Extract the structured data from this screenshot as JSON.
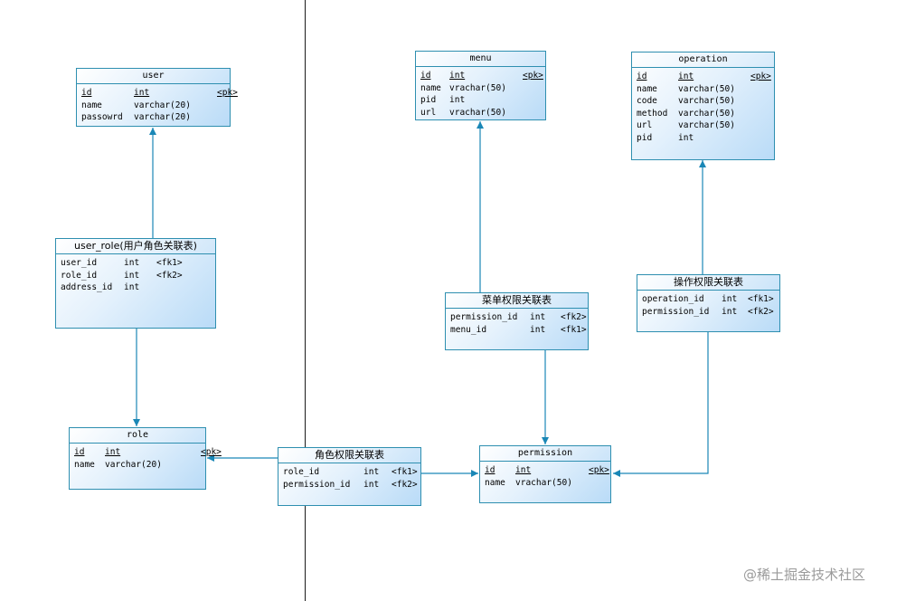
{
  "colors": {
    "line": "#1a87b6",
    "border": "#2e8fb0",
    "divider": "#1a1a1a"
  },
  "watermark": "@稀土掘金技术社区",
  "entities": {
    "user": {
      "title": "user",
      "rows": [
        {
          "name": "id",
          "type": "int",
          "key": "<pk>",
          "pk": true
        },
        {
          "name": "name",
          "type": "varchar(20)",
          "key": ""
        },
        {
          "name": "passowrd",
          "type": "varchar(20)",
          "key": ""
        }
      ]
    },
    "user_role": {
      "title": "user_role(用户角色关联表)",
      "rows": [
        {
          "name": "user_id",
          "type": "int",
          "key": "<fk1>"
        },
        {
          "name": "role_id",
          "type": "int",
          "key": "<fk2>"
        },
        {
          "name": "address_id",
          "type": "int",
          "key": ""
        }
      ]
    },
    "role": {
      "title": "role",
      "rows": [
        {
          "name": "id",
          "type": "int",
          "key": "<pk>",
          "pk": true
        },
        {
          "name": "name",
          "type": "varchar(20)",
          "key": ""
        }
      ]
    },
    "role_permission": {
      "title": "角色权限关联表",
      "rows": [
        {
          "name": "role_id",
          "type": "int",
          "key": "<fk1>"
        },
        {
          "name": "permission_id",
          "type": "int",
          "key": "<fk2>"
        }
      ]
    },
    "menu": {
      "title": "menu",
      "rows": [
        {
          "name": "id",
          "type": "int",
          "key": "<pk>",
          "pk": true
        },
        {
          "name": "name",
          "type": "vrachar(50)",
          "key": ""
        },
        {
          "name": "pid",
          "type": "int",
          "key": ""
        },
        {
          "name": "url",
          "type": "vrachar(50)",
          "key": ""
        }
      ]
    },
    "menu_permission": {
      "title": "菜单权限关联表",
      "rows": [
        {
          "name": "permission_id",
          "type": "int",
          "key": "<fk2>"
        },
        {
          "name": "menu_id",
          "type": "int",
          "key": "<fk1>"
        }
      ]
    },
    "permission": {
      "title": "permission",
      "rows": [
        {
          "name": "id",
          "type": "int",
          "key": "<pk>",
          "pk": true
        },
        {
          "name": "name",
          "type": "vrachar(50)",
          "key": ""
        }
      ]
    },
    "operation": {
      "title": "operation",
      "rows": [
        {
          "name": "id",
          "type": "int",
          "key": "<pk>",
          "pk": true
        },
        {
          "name": "name",
          "type": "varchar(50)",
          "key": ""
        },
        {
          "name": "code",
          "type": "varchar(50)",
          "key": ""
        },
        {
          "name": "method",
          "type": "varchar(50)",
          "key": ""
        },
        {
          "name": "url",
          "type": "varchar(50)",
          "key": ""
        },
        {
          "name": "pid",
          "type": "int",
          "key": ""
        }
      ]
    },
    "operation_permission": {
      "title": "操作权限关联表",
      "rows": [
        {
          "name": "operation_id",
          "type": "int",
          "key": "<fk1>"
        },
        {
          "name": "permission_id",
          "type": "int",
          "key": "<fk2>"
        }
      ]
    }
  }
}
